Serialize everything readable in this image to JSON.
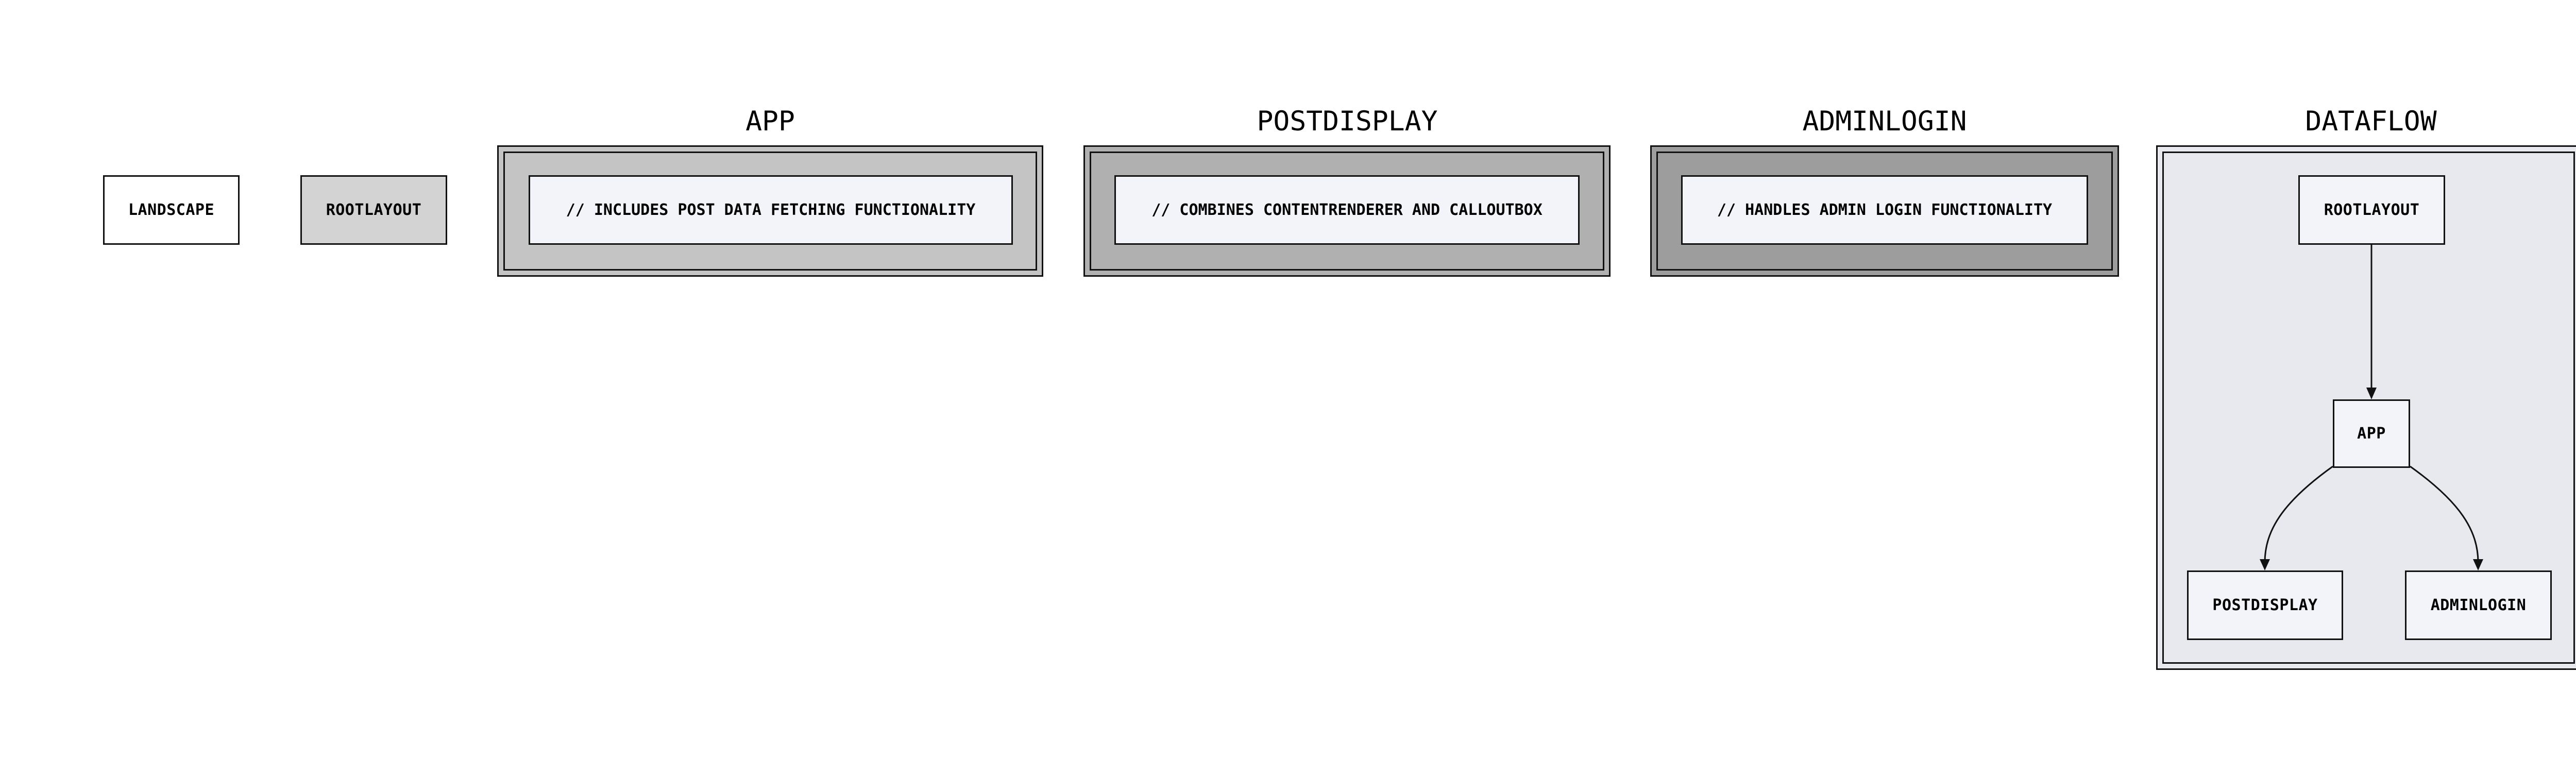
{
  "colors": {
    "node_fill": "#f2f4f9",
    "rootlayout_fill": "#d3d3d3",
    "app_group_fill": "#c4c4c4",
    "postdisplay_group_fill": "#b0b0b0",
    "adminlogin_group_fill": "#9d9d9d",
    "dataflow_group_fill": "#e8e9ee",
    "stroke": "#111111"
  },
  "standalone": {
    "landscape": "LANDSCAPE",
    "rootlayout": "ROOTLAYOUT"
  },
  "groups": {
    "app": {
      "title": "APP",
      "comment": "// INCLUDES POST DATA FETCHING FUNCTIONALITY"
    },
    "postdisplay": {
      "title": "POSTDISPLAY",
      "comment": "// COMBINES CONTENTRENDERER AND CALLOUTBOX"
    },
    "adminlogin": {
      "title": "ADMINLOGIN",
      "comment": "// HANDLES ADMIN LOGIN FUNCTIONALITY"
    },
    "dataflow": {
      "title": "DATAFLOW",
      "nodes": {
        "rootlayout": "ROOTLAYOUT",
        "app": "APP",
        "postdisplay": "POSTDISPLAY",
        "adminlogin": "ADMINLOGIN"
      },
      "edges": [
        {
          "from": "ROOTLAYOUT",
          "to": "APP"
        },
        {
          "from": "APP",
          "to": "POSTDISPLAY"
        },
        {
          "from": "APP",
          "to": "ADMINLOGIN"
        }
      ]
    }
  }
}
